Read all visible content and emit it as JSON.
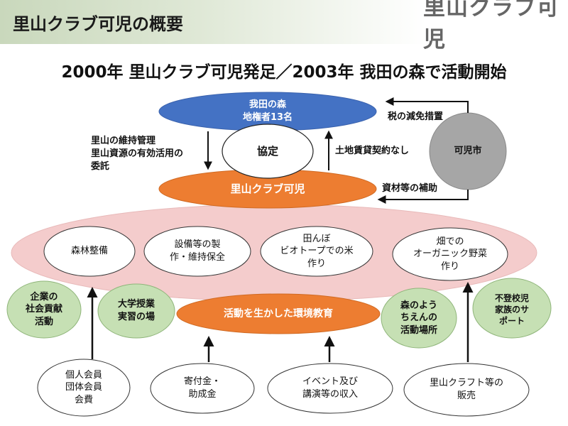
{
  "header": {
    "title": "里山クラブ可児の概要",
    "logo_text": "里山クラブ可児"
  },
  "subtitle": "2000年 里山クラブ可児発足／2003年 我田の森で活動開始",
  "nodes": {
    "forest": "我田の森\n地権者13名",
    "agreement": "協定",
    "city": "可児市",
    "club": "里山クラブ可児",
    "act1": "森林整備",
    "act2": "設備等の製\n作・維持保全",
    "act3": "田んぼ\nビオトープでの米\n作り",
    "act4": "畑での\nオーガニック野菜\n作り",
    "edu": "活動を生かした環境教育",
    "green1": "企業の\n社会貢献\n活動",
    "green2": "大学授業\n実習の場",
    "green3": "森のよう\nちえんの\n活動場所",
    "green4": "不登校児\n家族のサ\nポート",
    "inc1": "個人会員\n団体会員\n会費",
    "inc2": "寄付金・\n助成金",
    "inc3": "イベント及び\n講演等の収入",
    "inc4": "里山クラフト等の\n販売"
  },
  "labels": {
    "consign": "里山の維持管理\n里山資源の有効活用の\n委託",
    "lease": "土地賃貸契約なし",
    "tax": "税の減免措置",
    "subsidy": "資材等の補助"
  },
  "colors": {
    "blue": "#4472c4",
    "orange": "#ed7d31",
    "pink": "#f4cccc",
    "green": "#c6e0b4",
    "gray": "#a6a6a6"
  }
}
